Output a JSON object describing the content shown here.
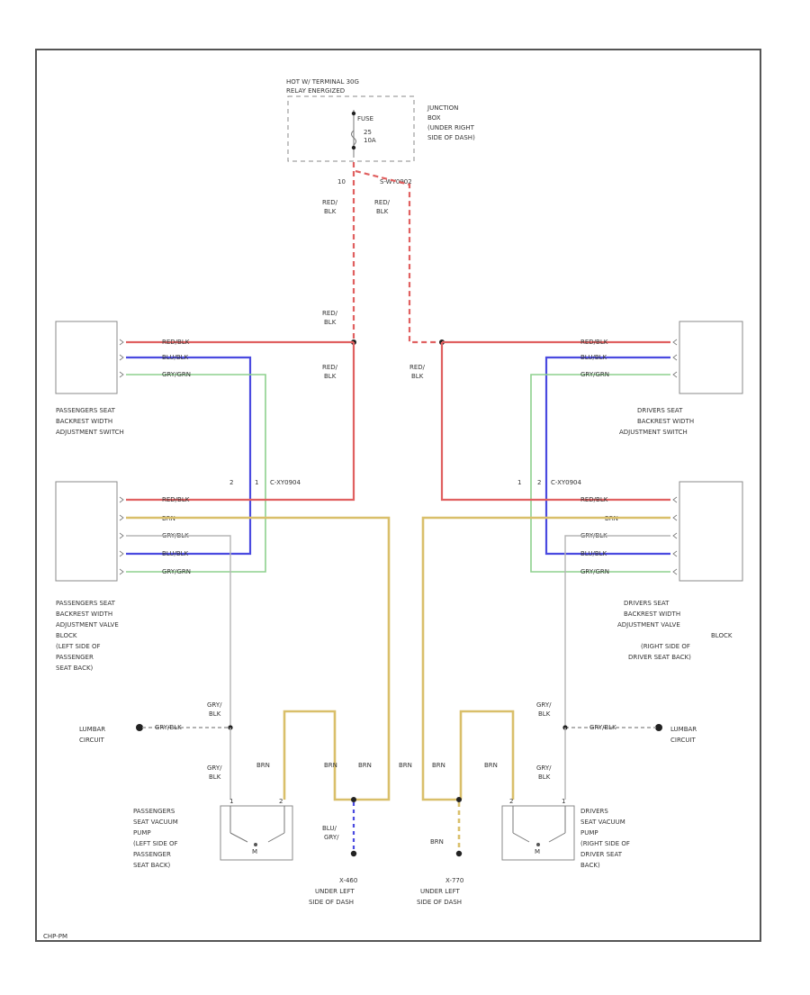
{
  "relay": {
    "line1": "HOT W/ TERMINAL 30G",
    "line2": "RELAY ENERGIZED"
  },
  "fuse": {
    "label": "FUSE",
    "number": "25",
    "rating": "10A"
  },
  "junction_box": {
    "l1": "JUNCTION",
    "l2": "BOX",
    "l3": "(UNDER RIGHT",
    "l4": "SIDE OF DASH)"
  },
  "top_pin": "10",
  "top_wire": "RED/BLK",
  "top_splice": "S-WY0902",
  "wire_labels": {
    "red": "RED/",
    "blk": "BLK",
    "redblk": "RED/BLK",
    "bluebl": "BLU/BLK",
    "grygrn": "GRY/GRN",
    "brn": "BRN",
    "gryblk": "GRY/BLK",
    "gry": "GRY/",
    "blu": "BLU/"
  },
  "passenger_switch": {
    "l1": "PASSENGERS SEAT",
    "l2": "BACKREST WIDTH",
    "l3": "ADJUSTMENT SWITCH"
  },
  "driver_switch": {
    "l1": "DRIVERS SEAT",
    "l2": "BACKREST WIDTH",
    "l3": "ADJUSTMENT SWITCH"
  },
  "passenger_valve": {
    "l1": "PASSENGERS SEAT",
    "l2": "BACKREST WIDTH",
    "l3": "ADJUSTMENT VALVE",
    "l4": "BLOCK",
    "l5": "(LEFT SIDE OF",
    "l6": "PASSENGER",
    "l7": "SEAT BACK)"
  },
  "driver_valve": {
    "l1": "DRIVERS SEAT",
    "l2": "BACKREST WIDTH",
    "l3": "ADJUSTMENT VALVE",
    "l4": "BLOCK",
    "l5": "(RIGHT SIDE OF",
    "l6": "DRIVER SEAT BACK)"
  },
  "passenger_pump": {
    "l1": "PASSENGERS",
    "l2": "SEAT VACUUM",
    "l3": "PUMP",
    "l4": "(LEFT SIDE OF",
    "l5": "PASSENGER",
    "l6": "SEAT BACK)"
  },
  "driver_pump": {
    "l1": "DRIVERS",
    "l2": "SEAT VACUUM",
    "l3": "PUMP",
    "l4": "(RIGHT SIDE OF",
    "l5": "DRIVER SEAT",
    "l6": "BACK)"
  },
  "lumbar": {
    "l1": "LUMBAR",
    "l2": "CIRCUIT"
  },
  "connector_label": "C-XY0904",
  "pins": {
    "p1": "1",
    "p2": "2",
    "pm": "M"
  },
  "ground_left": {
    "id": "X-460",
    "l1": "UNDER LEFT",
    "l2": "SIDE OF DASH"
  },
  "ground_right": {
    "id": "X-770",
    "l1": "UNDER LEFT",
    "l2": "SIDE OF DASH"
  },
  "footer": "CHP-PM",
  "colors": {
    "red": "#e06060",
    "blue": "#4a4ae0",
    "green": "#8ed08e",
    "brown": "#d9bf6a",
    "gray": "#b5b5b5"
  }
}
